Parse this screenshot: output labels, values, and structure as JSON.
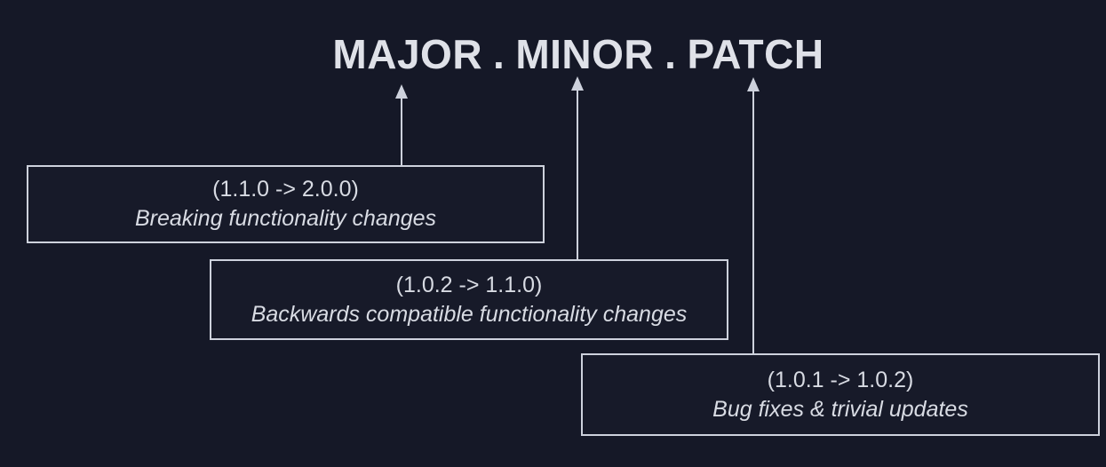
{
  "title": {
    "parts": [
      "MAJOR",
      "MINOR",
      "PATCH"
    ],
    "separator": "."
  },
  "boxes": [
    {
      "target": "MAJOR",
      "version_change": "(1.1.0 -> 2.0.0)",
      "description": "Breaking functionality changes"
    },
    {
      "target": "MINOR",
      "version_change": "(1.0.2 -> 1.1.0)",
      "description": "Backwards compatible functionality changes"
    },
    {
      "target": "PATCH",
      "version_change": "(1.0.1 -> 1.0.2)",
      "description": "Bug fixes & trivial updates"
    }
  ],
  "colors": {
    "background": "#151827",
    "text": "#d8dbe3",
    "line": "#cdd1dc",
    "title_text": "#dfe1e8"
  }
}
